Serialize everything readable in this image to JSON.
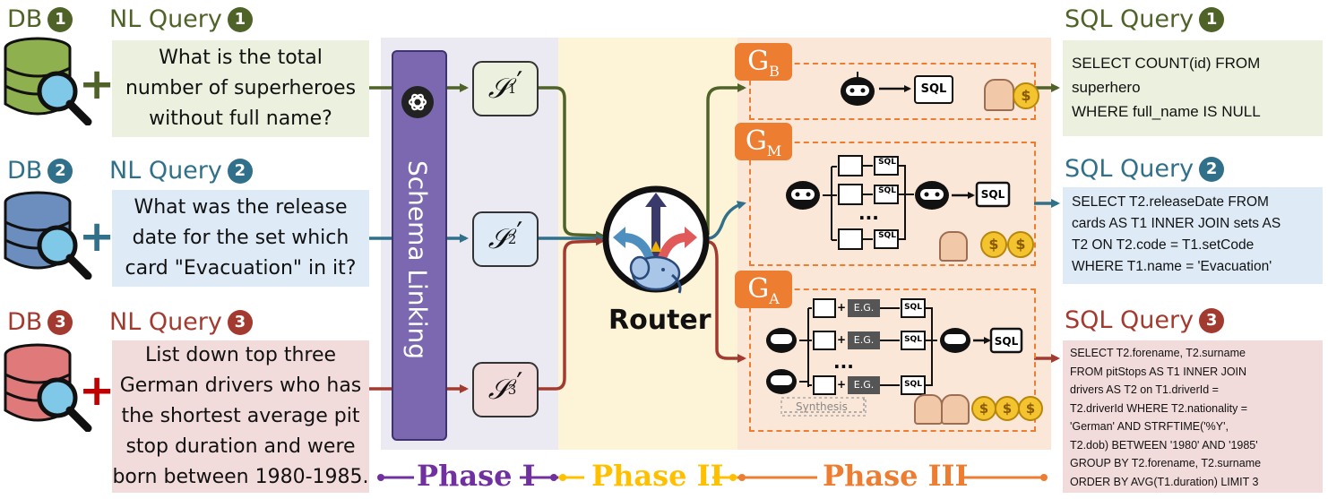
{
  "rows": [
    {
      "db_label": "DB",
      "num": "1",
      "nl_label": "NL Query",
      "plus": "+",
      "query": [
        "What is the total",
        "number of superheroes",
        "without full name?"
      ],
      "s_sub": "1",
      "sql_label": "SQL Query",
      "sql": [
        "SELECT COUNT(id) FROM",
        "superhero",
        "WHERE full_name IS NULL"
      ],
      "color": "#4f6228",
      "bg": "#ebf1de"
    },
    {
      "db_label": "DB",
      "num": "2",
      "nl_label": "NL Query",
      "plus": "+",
      "query": [
        "What was the release",
        "date for the set which",
        "card \"Evacuation\" in it?"
      ],
      "s_sub": "2",
      "sql_label": "SQL Query",
      "sql": [
        "SELECT T2.releaseDate FROM",
        "cards AS T1 INNER JOIN sets AS",
        "T2 ON T2.code = T1.setCode",
        "WHERE T1.name = 'Evacuation'"
      ],
      "color": "#31708a",
      "bg": "#deebf7"
    },
    {
      "db_label": "DB",
      "num": "3",
      "nl_label": "NL Query",
      "plus": "+",
      "query": [
        "List down top three",
        "German drivers who has",
        "the shortest average pit",
        "stop duration and were",
        "born between 1980-1985."
      ],
      "s_sub": "3",
      "sql_label": "SQL Query",
      "sql": [
        "SELECT T2.forename, T2.surname",
        "FROM pitStops AS T1 INNER JOIN",
        "drivers AS T2 on T1.driverId =",
        "T2.driverId WHERE T2.nationality =",
        "'German' AND STRFTIME('%Y',",
        "T2.dob) BETWEEN '1980' AND '1985'",
        "GROUP BY T2.forename, T2.surname",
        "ORDER BY AVG(T1.duration) LIMIT 3"
      ],
      "color": "#a33a2f",
      "bg": "#f2dcdb"
    }
  ],
  "schema_linking": "Schema Linking",
  "s_symbol": "𝒮",
  "s_prime": "′",
  "router": "Router",
  "generators": [
    {
      "letter": "G",
      "sub": "B"
    },
    {
      "letter": "G",
      "sub": "M"
    },
    {
      "letter": "G",
      "sub": "A"
    }
  ],
  "sql_chip": "SQL",
  "eg_chip": "E.G.",
  "ellipsis": "...",
  "synthesis": "Synthesis",
  "dollar": "$",
  "phases": [
    {
      "label": "Phase I",
      "color": "#7030a0"
    },
    {
      "label": "Phase II",
      "color": "#ffc000"
    },
    {
      "label": "Phase III",
      "color": "#ed7d31"
    }
  ]
}
